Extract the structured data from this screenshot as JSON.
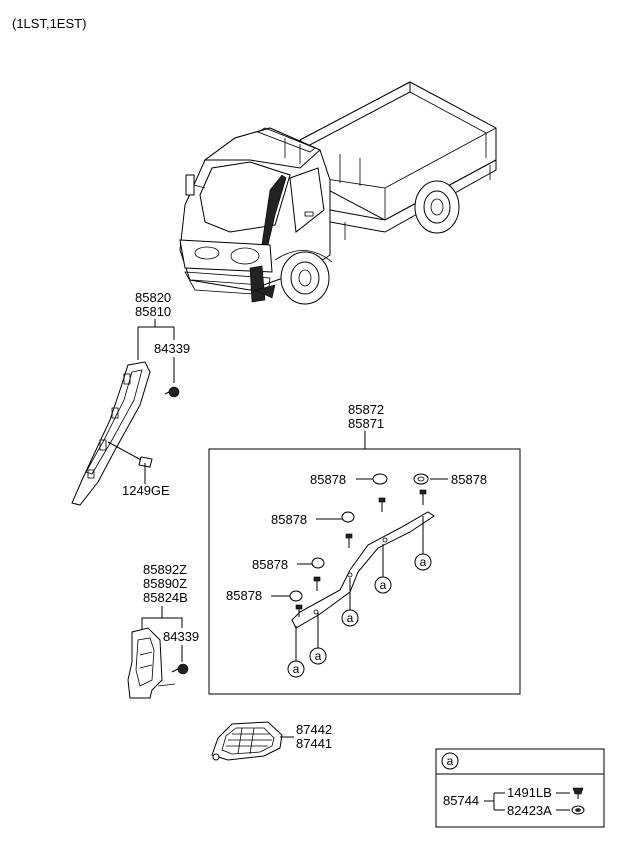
{
  "header": {
    "model_code": "(1LST,1EST)"
  },
  "labels": {
    "a_pillar": [
      "85820",
      "85810"
    ],
    "a_pillar_clip": "84339",
    "a_pillar_screw": "1249GE",
    "trim_assy": [
      "85872",
      "85871"
    ],
    "weatherstrip_caps": "85878",
    "lower_trim": [
      "85892Z",
      "85890Z",
      "85824B"
    ],
    "lower_clip": "84339",
    "step_cover": [
      "87442",
      "87441"
    ]
  },
  "callout_marker": "a",
  "legend": {
    "marker": "a",
    "part": "85744",
    "subparts": [
      "1491LB",
      "82423A"
    ]
  }
}
